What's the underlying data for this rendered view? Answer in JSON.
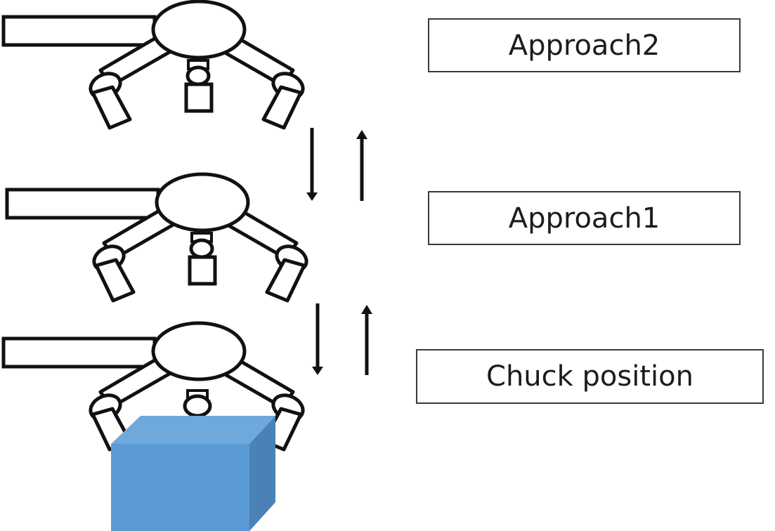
{
  "stages": [
    {
      "id": "approach2",
      "label": "Approach2"
    },
    {
      "id": "approach1",
      "label": "Approach1"
    },
    {
      "id": "chuck",
      "label": "Chuck position"
    }
  ],
  "transitions": [
    {
      "from": "approach2",
      "to": "approach1",
      "directions": [
        "down",
        "up"
      ]
    },
    {
      "from": "approach1",
      "to": "chuck",
      "directions": [
        "down",
        "up"
      ]
    }
  ],
  "workpiece": {
    "shape": "cube",
    "colors": {
      "front": "#5b9bd5",
      "top": "#6fa8dc",
      "side": "#4a82b8"
    }
  },
  "colors": {
    "stroke": "#111111",
    "box_border": "#3a3a3a",
    "text": "#1c1c1c"
  }
}
